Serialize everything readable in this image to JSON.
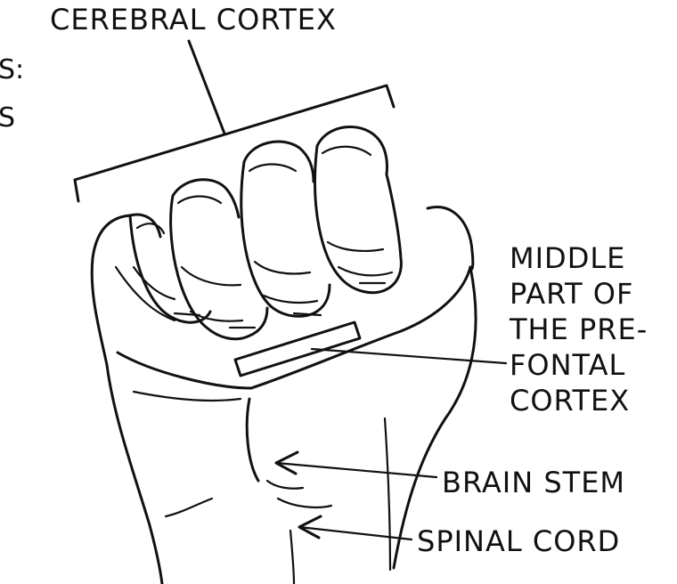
{
  "labels": {
    "cerebral_cortex": "CEREBRAL CORTEX",
    "middle_prefrontal": [
      "MIDDLE",
      "PART OF",
      "THE PRE-",
      "FONTAL",
      "CORTEX"
    ],
    "brain_stem": "BRAIN STEM",
    "spinal_cord": "SPINAL CORD"
  },
  "cropped_text": {
    "line1": "S:",
    "line2": "S"
  },
  "colors": {
    "ink": "#111111",
    "background": "#ffffff"
  }
}
